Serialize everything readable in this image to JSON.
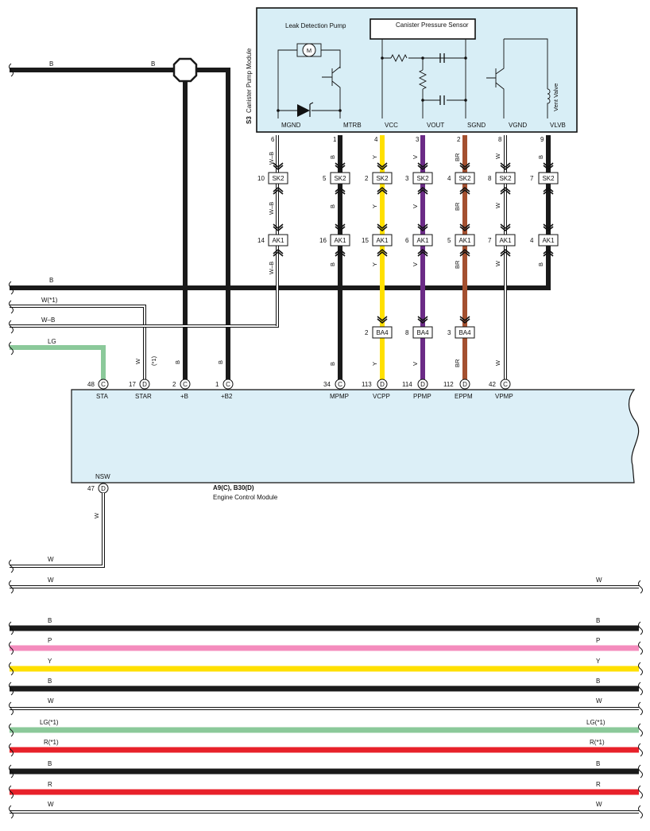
{
  "colors": {
    "B": "#1a1a1a",
    "W": "#ffffff",
    "Y": "#ffe000",
    "P": "#f48cbd",
    "LG": "#8bc99a",
    "R": "#e8212a",
    "V": "#6b2b86",
    "BR": "#a45030",
    "module_fill": "#d8eef6",
    "ecm_fill": "#dceff7"
  },
  "pump_module": {
    "id": "S3",
    "title": "Canister Pump Module",
    "pump_label": "Leak Detection Pump",
    "motor_symbol": "M",
    "sensor_label": "Canister Pressure Sensor",
    "valve_label": "Vent Valve",
    "terminals": [
      {
        "name": "MGND",
        "pin": "6",
        "wire": "W–B"
      },
      {
        "name": "MTRB",
        "pin": "1",
        "wire": "B"
      },
      {
        "name": "VCC",
        "pin": "4",
        "wire": "Y"
      },
      {
        "name": "VOUT",
        "pin": "3",
        "wire": "V"
      },
      {
        "name": "SGND",
        "pin": "2",
        "wire": "BR"
      },
      {
        "name": "VGND",
        "pin": "8",
        "wire": "W"
      },
      {
        "name": "VLVB",
        "pin": "9",
        "wire": "B"
      }
    ]
  },
  "connectors": {
    "sk2": {
      "label": "SK2",
      "pins": [
        "10",
        "5",
        "2",
        "3",
        "4",
        "8",
        "7"
      ]
    },
    "ak1": {
      "label": "AK1",
      "pins": [
        "14",
        "16",
        "15",
        "6",
        "5",
        "7",
        "4"
      ]
    },
    "ba4": {
      "label": "BA4",
      "pins": [
        "2",
        "8",
        "3"
      ]
    }
  },
  "left_wires": {
    "top_b_left": "B",
    "top_b_right": "B",
    "mid_b": "B",
    "w1": "W(*1)",
    "wb": "W–B",
    "lg": "LG",
    "w_star": "W",
    "star1": "(*1)",
    "plus_b_wire": "B",
    "plus_b2_wire": "B"
  },
  "ecm": {
    "name_codes": "A9(C), B30(D)",
    "name": "Engine Control Module",
    "terminals": [
      {
        "pin": "48",
        "conn": "C",
        "name": "STA"
      },
      {
        "pin": "17",
        "conn": "D",
        "name": "STAR"
      },
      {
        "pin": "2",
        "conn": "C",
        "name": "+B"
      },
      {
        "pin": "1",
        "conn": "C",
        "name": "+B2"
      },
      {
        "pin": "34",
        "conn": "C",
        "name": "MPMP"
      },
      {
        "pin": "113",
        "conn": "D",
        "name": "VCPP"
      },
      {
        "pin": "114",
        "conn": "D",
        "name": "PPMP"
      },
      {
        "pin": "112",
        "conn": "D",
        "name": "EPPM"
      },
      {
        "pin": "42",
        "conn": "C",
        "name": "VPMP"
      }
    ],
    "nsw": {
      "pin": "47",
      "conn": "D",
      "name": "NSW",
      "wire": "W"
    }
  },
  "ecm_wire_labels": [
    "B",
    "Y",
    "V",
    "BR",
    "W"
  ],
  "lower_wires": [
    {
      "left": "W",
      "right": ""
    },
    {
      "left": "W",
      "right": "W"
    }
  ],
  "bus_wires": [
    {
      "left": "B",
      "right": "B",
      "color": "B"
    },
    {
      "left": "P",
      "right": "P",
      "color": "P"
    },
    {
      "left": "Y",
      "right": "Y",
      "color": "Y"
    },
    {
      "left": "B",
      "right": "B",
      "color": "B"
    },
    {
      "left": "W",
      "right": "W",
      "color": "W"
    },
    {
      "left": "LG(*1)",
      "right": "LG(*1)",
      "color": "LG"
    },
    {
      "left": "R(*1)",
      "right": "R(*1)",
      "color": "R"
    },
    {
      "left": "B",
      "right": "B",
      "color": "B"
    },
    {
      "left": "R",
      "right": "R",
      "color": "R"
    },
    {
      "left": "W",
      "right": "W",
      "color": "W"
    }
  ]
}
